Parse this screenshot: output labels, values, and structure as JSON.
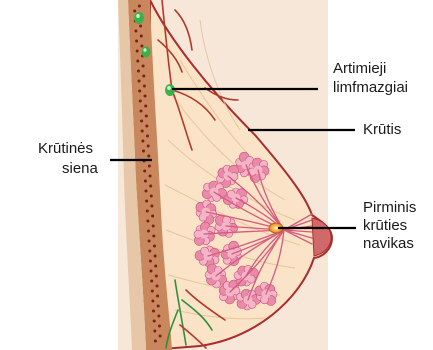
{
  "labels": {
    "lymph_nodes": [
      "Artimieji",
      "limfmazgiai"
    ],
    "breast": "Krūtis",
    "chest_wall": [
      "Krūtinės",
      "siena"
    ],
    "tumor": [
      "Pirminis",
      "krūties",
      "navikas"
    ]
  },
  "colors": {
    "background": "#ffffff",
    "panel": "#f7e7d8",
    "breast_fill": "#fbe3c7",
    "breast_outline": "#a92d2d",
    "vessel": "#b23a2a",
    "muscle": "#c8875c",
    "muscle_dots": "#7e1f1a",
    "gland": "#e88aa8",
    "gland_light": "#f4b5c9",
    "lymph_node": "#3db04a",
    "duct": "#d75a7c",
    "tumor": "#e0941e",
    "leader_line": "#000000"
  }
}
